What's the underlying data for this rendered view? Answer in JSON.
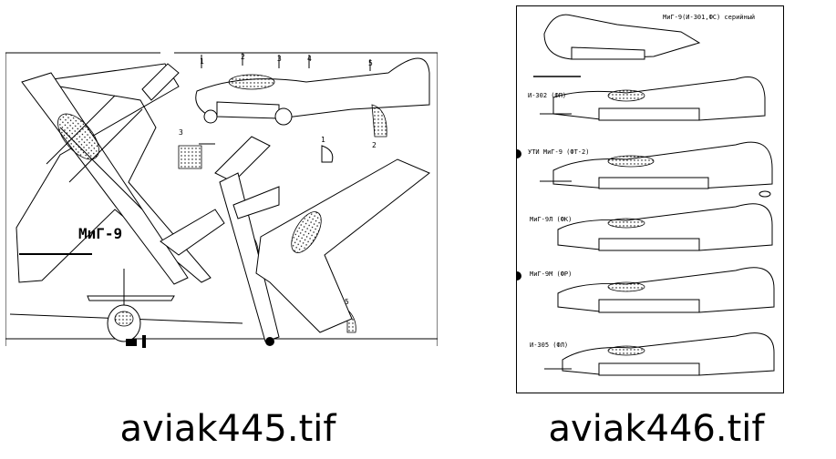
{
  "left_image": {
    "filename": "aviak445.tif",
    "aircraft_label": "МиГ-9",
    "callouts": [
      "1",
      "2",
      "3",
      "4",
      "5"
    ]
  },
  "right_image": {
    "filename": "aviak446.tif",
    "variants": [
      "МиГ-9(И-301,ФС) серийный",
      "И-302 (ФП)",
      "УТИ МиГ-9 (ФТ-2)",
      "МиГ-9Л (ФК)",
      "МиГ-9М (ФР)",
      "И-305 (ФЛ)"
    ]
  }
}
